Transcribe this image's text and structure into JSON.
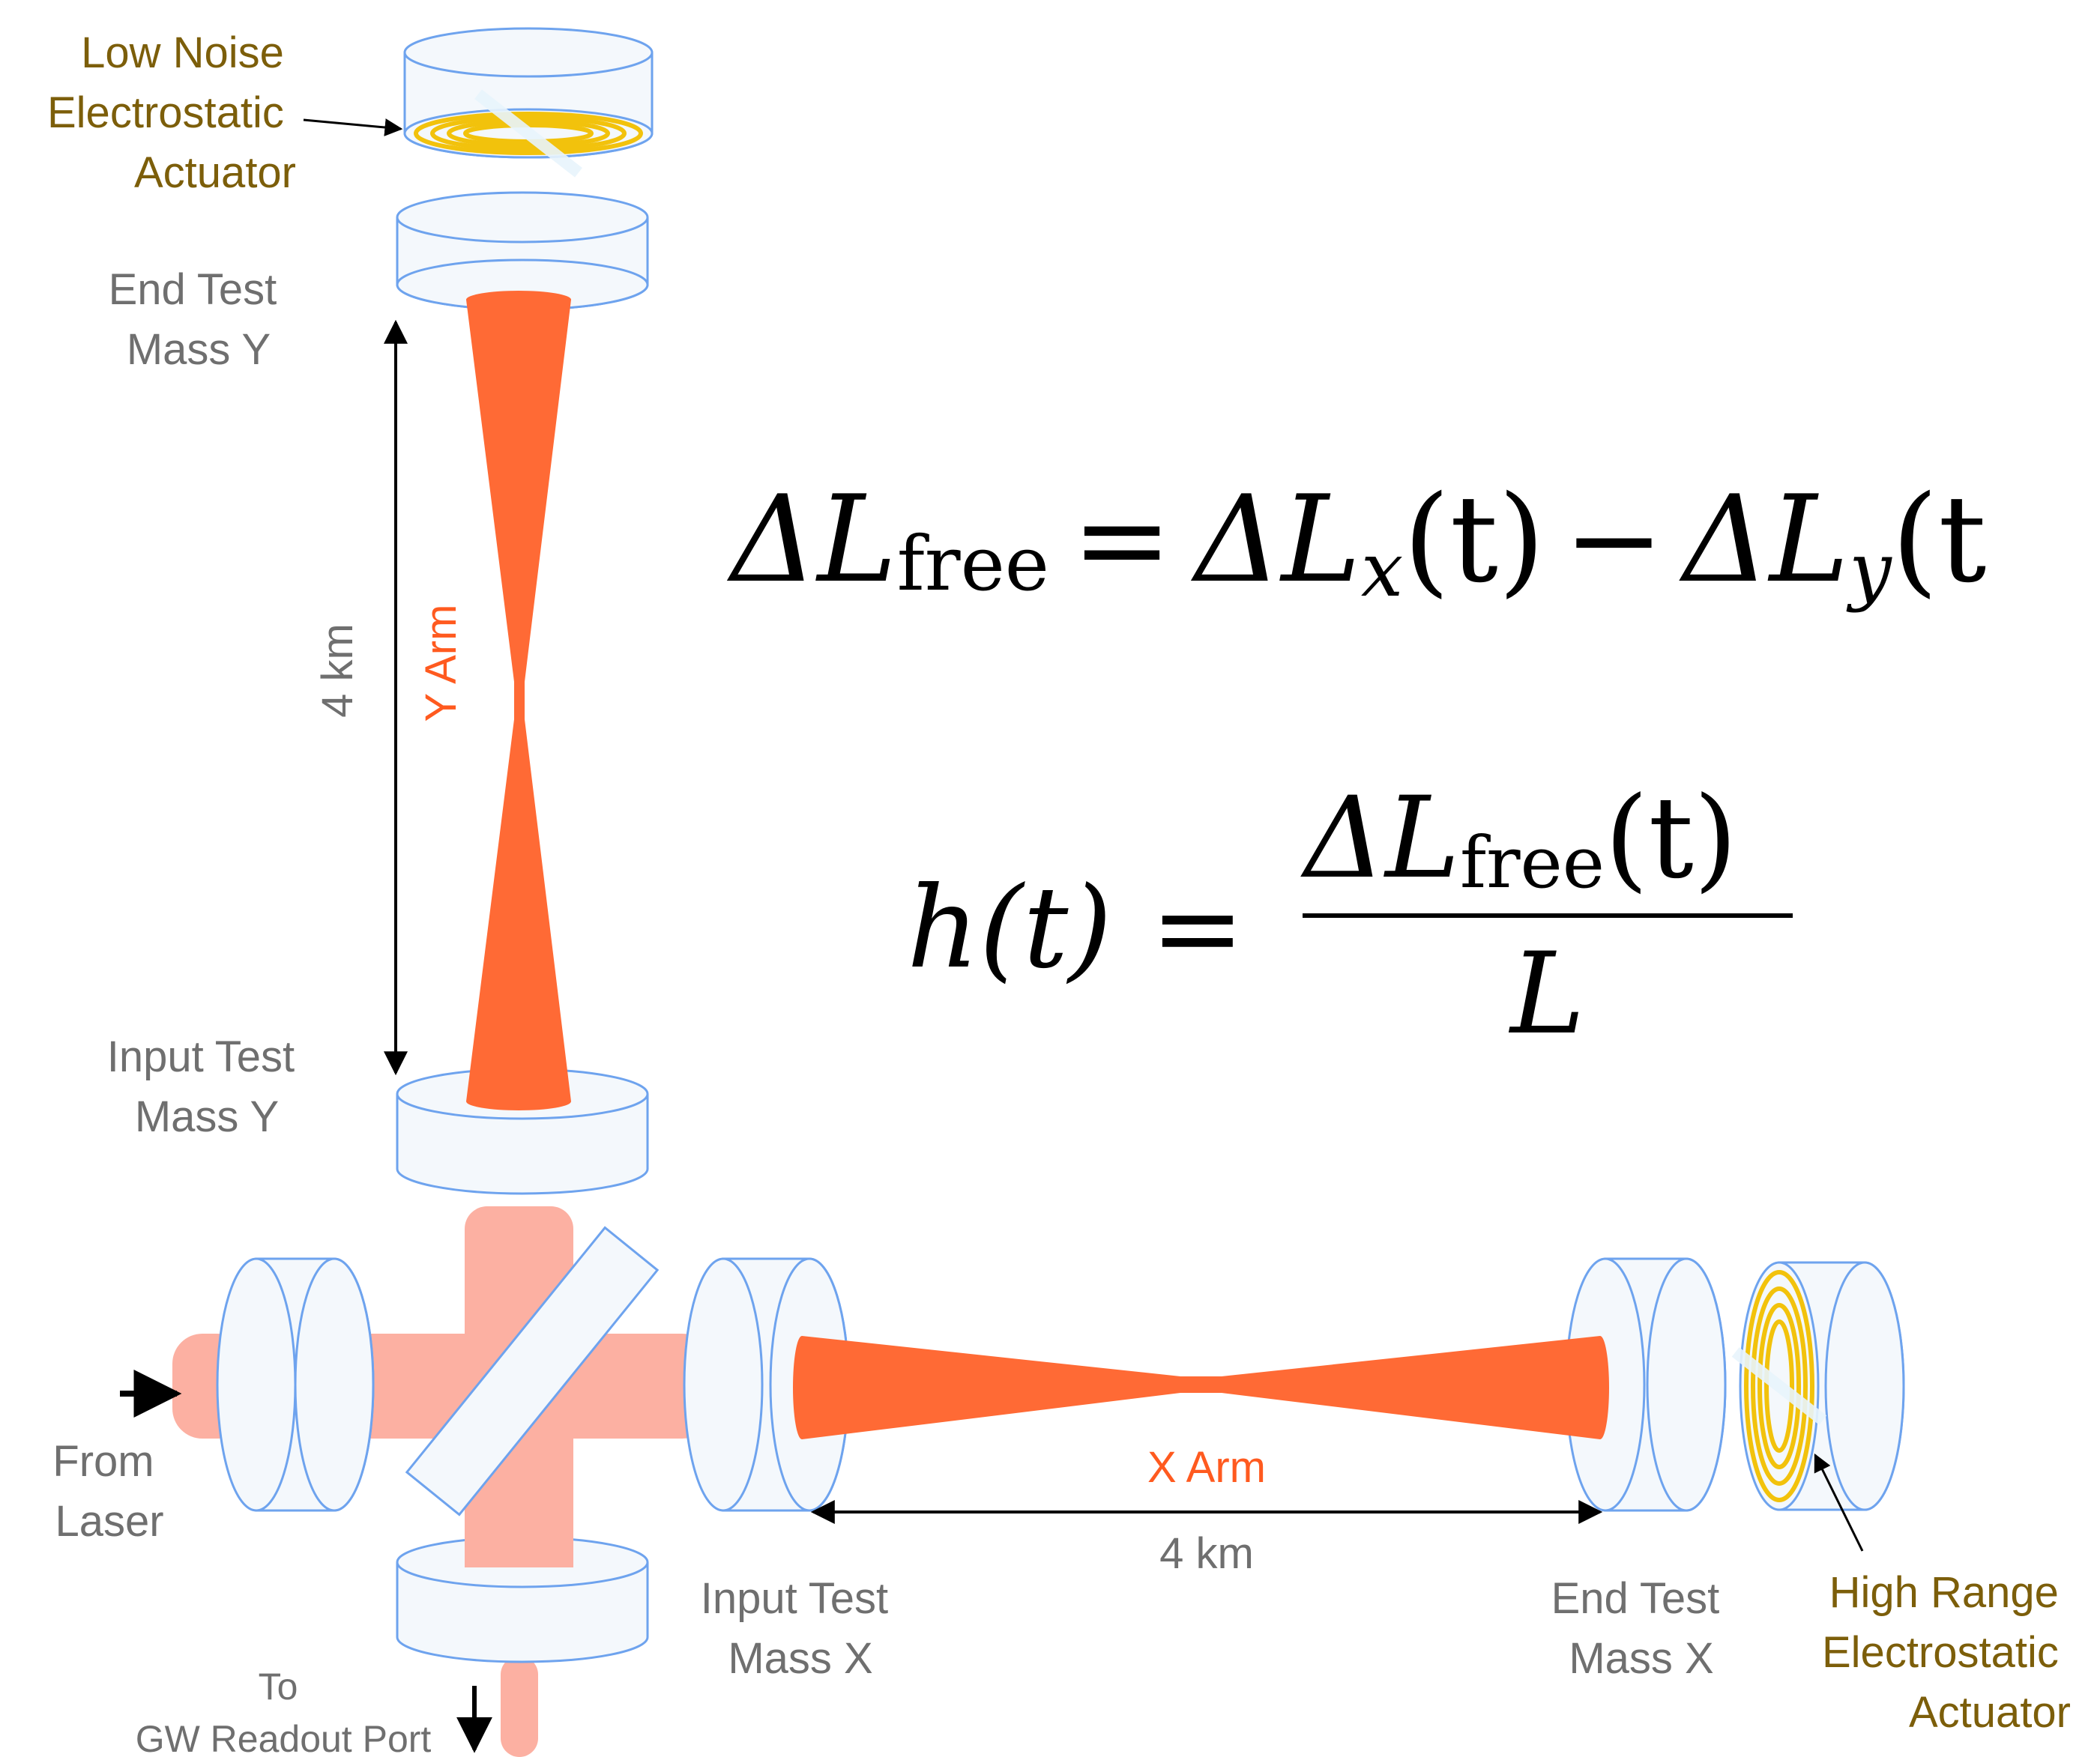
{
  "colors": {
    "background": "#ffffff",
    "mass_fill": "#f4f8fc",
    "mass_stroke": "#6ea3ee",
    "beam_arm": "#ff6a35",
    "beam_port": "#fcb0a2",
    "actuator_gold": "#f2c20c",
    "gray_label": "#6f6f6f",
    "olive_label": "#7c5e0a",
    "arm_label": "#ff5a1f",
    "black": "#000000"
  },
  "labels": {
    "low_noise": [
      "Low Noise",
      "Electrostatic",
      "Actuator"
    ],
    "end_test_mass_y": [
      "End Test",
      "Mass Y"
    ],
    "input_test_mass_y": [
      "Input Test",
      "Mass Y"
    ],
    "y_distance": "4 km",
    "y_arm": "Y Arm",
    "x_arm": "X Arm",
    "x_distance": "4 km",
    "from_laser": [
      "From",
      "Laser"
    ],
    "input_test_mass_x": [
      "Input Test",
      "Mass X"
    ],
    "end_test_mass_x": [
      "End Test",
      "Mass X"
    ],
    "high_range": [
      "High Range",
      "Electrostatic",
      "Actuator"
    ],
    "readout": [
      "To",
      "GW Readout Port"
    ]
  },
  "equations": {
    "delta_free": {
      "lhs_main": "ΔL",
      "lhs_sub": "free",
      "eq": "=",
      "t1_main": "ΔL",
      "t1_sub": "x",
      "t1_arg": "(t)",
      "minus": "−",
      "t2_main": "ΔL",
      "t2_sub": "y",
      "t2_arg": "(t"
    },
    "strain": {
      "lhs": "h(t)",
      "eq": "=",
      "num_main": "ΔL",
      "num_sub": "free",
      "num_arg": "(t)",
      "den": "L"
    }
  }
}
